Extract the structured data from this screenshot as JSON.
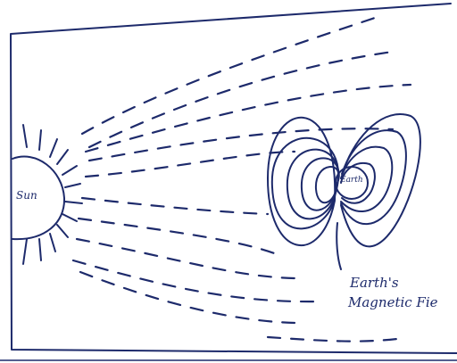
{
  "diagram": {
    "sun_label": "Sun",
    "earth_label": "Earth",
    "field_label_line1": "Earth's",
    "field_label_line2": "Magnetic Fie"
  },
  "colors": {
    "ink": "#1d2a6b",
    "paper": "#ffffff"
  }
}
